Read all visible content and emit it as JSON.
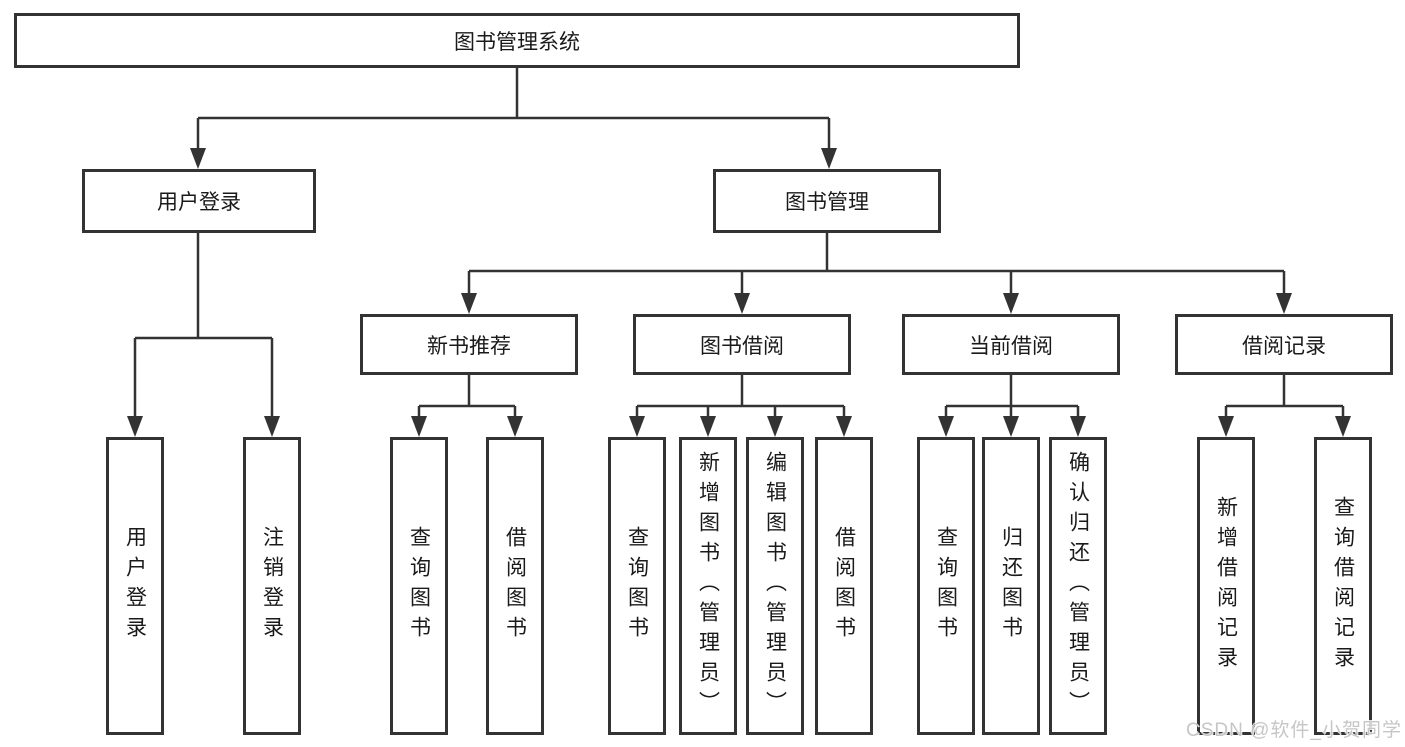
{
  "tree": {
    "label": "图书管理系统",
    "children": [
      {
        "label": "用户登录",
        "children": [
          {
            "label": "用户登录"
          },
          {
            "label": "注销登录"
          }
        ]
      },
      {
        "label": "图书管理",
        "children": [
          {
            "label": "新书推荐",
            "children": [
              {
                "label": "查询图书"
              },
              {
                "label": "借阅图书"
              }
            ]
          },
          {
            "label": "图书借阅",
            "children": [
              {
                "label": "查询图书"
              },
              {
                "label": "新增图书（管理员）"
              },
              {
                "label": "编辑图书（管理员）"
              },
              {
                "label": "借阅图书"
              }
            ]
          },
          {
            "label": "当前借阅",
            "children": [
              {
                "label": "查询图书"
              },
              {
                "label": "归还图书"
              },
              {
                "label": "确认归还（管理员）"
              }
            ]
          },
          {
            "label": "借阅记录",
            "children": [
              {
                "label": "新增借阅记录"
              },
              {
                "label": "查询借阅记录"
              }
            ]
          }
        ]
      }
    ]
  },
  "watermark": {
    "text": "CSDN @软件_小贺同学"
  },
  "colors": {
    "line": "#333333",
    "box_border": "#333333",
    "background": "#ffffff",
    "text": "#1a1a1a",
    "watermark": "#c6c6c6"
  }
}
